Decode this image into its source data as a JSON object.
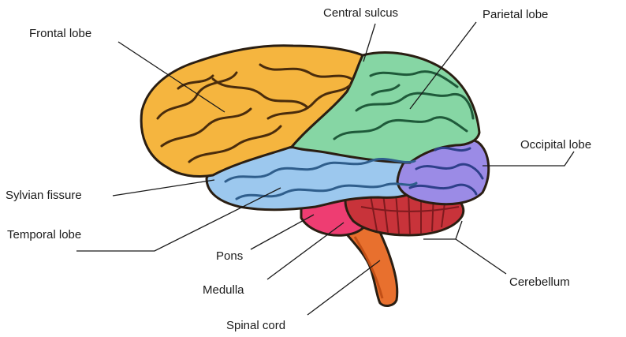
{
  "labels": {
    "frontal_lobe": "Frontal lobe",
    "central_sulcus": "Central sulcus",
    "parietal_lobe": "Parietal lobe",
    "occipital_lobe": "Occipital lobe",
    "sylvian_fissure": "Sylvian fissure",
    "temporal_lobe": "Temporal lobe",
    "pons": "Pons",
    "medulla": "Medulla",
    "cerebellum": "Cerebellum",
    "spinal_cord": "Spinal cord"
  },
  "colors": {
    "frontal_lobe": "#f5b53f",
    "parietal_lobe": "#86d6a4",
    "occipital_lobe": "#9b8be6",
    "temporal_lobe": "#9cc8ee",
    "pons": "#ee3d72",
    "cerebellum": "#c8333a",
    "brainstem": "#e8702e",
    "outline": "#2a1e12"
  }
}
